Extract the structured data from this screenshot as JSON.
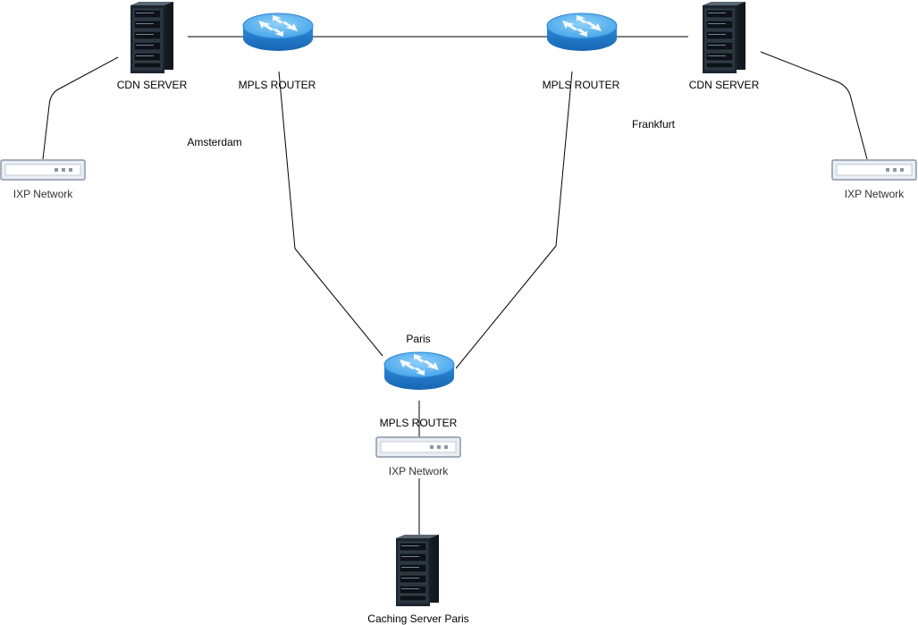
{
  "diagram": {
    "labels": {
      "cdn_left": "CDN SERVER",
      "cdn_right": "CDN SERVER",
      "router_left": "MPLS ROUTER",
      "router_right": "MPLS ROUTER",
      "router_bottom": "MPLS ROUTER",
      "ixp_left": "IXP Network",
      "ixp_right": "IXP Network",
      "ixp_center": "IXP Network",
      "city_amsterdam": "Amsterdam",
      "city_frankfurt": "Frankfurt",
      "city_paris": "Paris",
      "caching_server": "Caching Server Paris"
    },
    "icons": {
      "server": "server-rack-icon",
      "router": "router-icon",
      "switch": "network-switch-icon"
    },
    "colors": {
      "router_top": "#4aa8e8",
      "router_side": "#1f76c6",
      "server_body": "#1c2530",
      "switch_body": "#e8ecf3",
      "switch_border": "#8d99a8",
      "line": "#000000"
    }
  }
}
